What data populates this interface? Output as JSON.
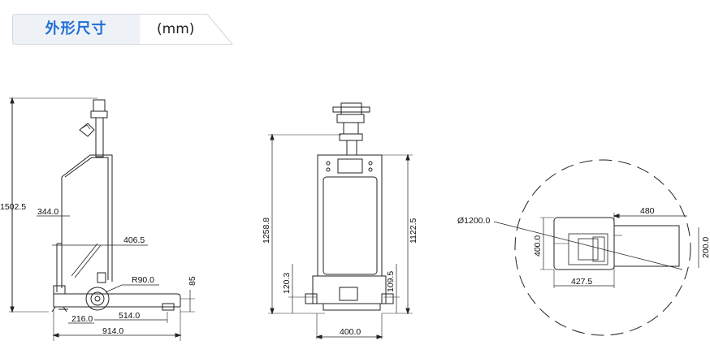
{
  "header": {
    "title": "外形尺寸",
    "unit": "(mm)"
  },
  "side_view": {
    "total_height": "1502.5",
    "depth_upper": "344.0",
    "depth_mid": "406.5",
    "wheel_radius": "R90.0",
    "base_height": "85",
    "rear_offset": "216.0",
    "wheelbase": "514.0",
    "total_length": "914.0"
  },
  "front_view": {
    "body_height": "1258.8",
    "max_height": "1122.5",
    "left_clearance": "120.3",
    "right_clearance": "109.5",
    "width": "400.0"
  },
  "top_view": {
    "turning_diameter": "Ø1200.0",
    "extension": "480",
    "depth": "400.0",
    "width": "427.5",
    "edge_label": "200.0"
  },
  "colors": {
    "title_blue": "#1f6fd6",
    "tab_fill": "#eef1f6",
    "tab_border": "#d2d7df",
    "line": "#222222"
  }
}
